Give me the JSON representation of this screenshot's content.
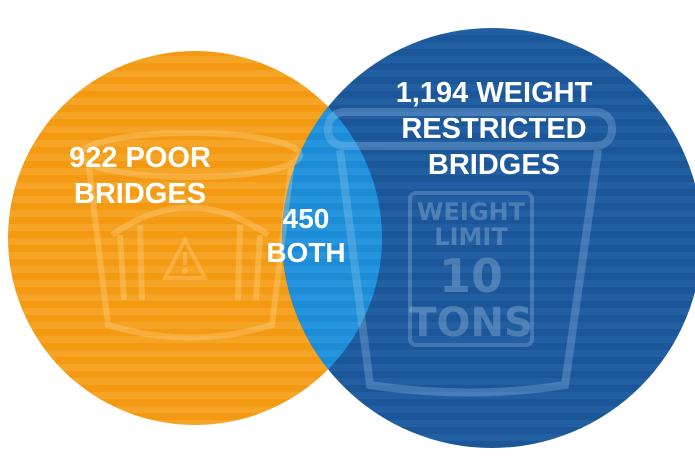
{
  "left_circle": {
    "color": "#F39A12",
    "line1": "922 POOR",
    "line2": "BRIDGES",
    "icon": "bucket-warning-icon"
  },
  "right_circle": {
    "color": "#1B5A9C",
    "line1": "1,194 WEIGHT",
    "line2": "RESTRICTED",
    "line3": "BRIDGES",
    "icon": "bucket-weight-limit-sign-icon"
  },
  "overlap": {
    "color": "#1E8FD8",
    "line1": "450",
    "line2": "BOTH"
  },
  "sign": {
    "line1": "WEIGHT",
    "line2": "LIMIT",
    "line3": "10",
    "line4": "TONS"
  }
}
